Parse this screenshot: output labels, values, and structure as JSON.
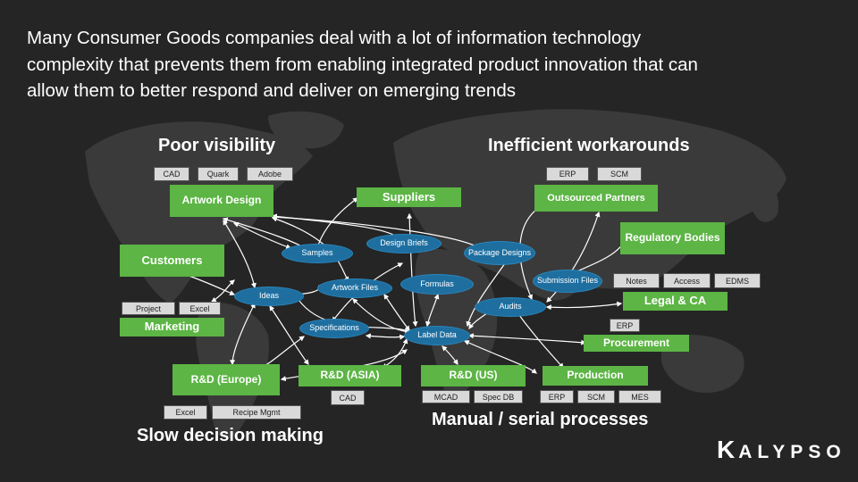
{
  "headline": "Many Consumer Goods companies deal with a lot of information technology complexity that prevents them from enabling integrated product innovation that can allow them to better respond and deliver on emerging trends",
  "sections": {
    "poor_visibility": "Poor visibility",
    "inefficient_workarounds": "Inefficient workarounds",
    "manual_serial": "Manual / serial processes",
    "slow_decision": "Slow decision making"
  },
  "boxes": {
    "artwork_design": "Artwork Design",
    "suppliers": "Suppliers",
    "outsourced_partners": "Outsourced Partners",
    "customers": "Customers",
    "regulatory_bodies": "Regulatory Bodies",
    "marketing": "Marketing",
    "legal_ca": "Legal & CA",
    "procurement": "Procurement",
    "rnd_europe": "R&D (Europe)",
    "rnd_asia": "R&D (ASIA)",
    "rnd_us": "R&D (US)",
    "production": "Production"
  },
  "tags": {
    "cad1": "CAD",
    "quark": "Quark",
    "adobe": "Adobe",
    "erp1": "ERP",
    "scm1": "SCM",
    "notes": "Notes",
    "access": "Access",
    "edms": "EDMS",
    "project": "Project",
    "excel1": "Excel",
    "erp2": "ERP",
    "excel2": "Excel",
    "recipe": "Recipe Mgmt",
    "cad2": "CAD",
    "mcad": "MCAD",
    "specdb": "Spec DB",
    "erp3": "ERP",
    "scm3": "SCM",
    "mes": "MES"
  },
  "ovals": {
    "samples": "Samples",
    "design_briefs": "Design Briefs",
    "package_designs": "Package Designs",
    "artwork_files": "Artwork Files",
    "formulas": "Formulas",
    "submission_files": "Submission Files",
    "ideas": "Ideas",
    "audits": "Audits",
    "specifications": "Specifications",
    "label_data": "Label Data"
  },
  "logo": {
    "first": "K",
    "rest": "ALYPSO"
  },
  "colors": {
    "background": "#252525",
    "green": "#5cb544",
    "blue": "#1e6fa0",
    "tag": "#d9d9d9",
    "text": "#ffffff"
  }
}
